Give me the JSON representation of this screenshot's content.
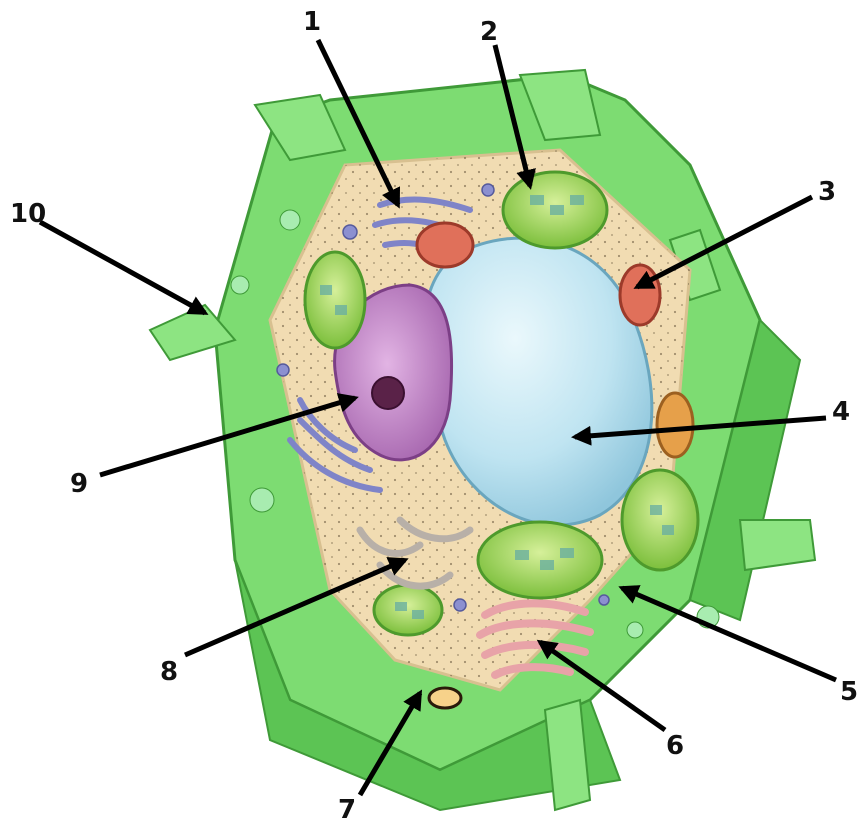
{
  "diagram": {
    "labels": [
      "1",
      "2",
      "3",
      "4",
      "5",
      "6",
      "7",
      "8",
      "9",
      "10"
    ]
  },
  "colors": {
    "cell_wall": "#7ddc72",
    "cell_wall_dark": "#4fb848",
    "cytoplasm": "#f1dcb2",
    "vacuole": "#bfe6f2",
    "nucleus": "#c890cc",
    "chloroplast": "#9fd45a",
    "golgi": "#e8a3a8",
    "mitochondria": "#e0705a",
    "er": "#7f84c8"
  }
}
